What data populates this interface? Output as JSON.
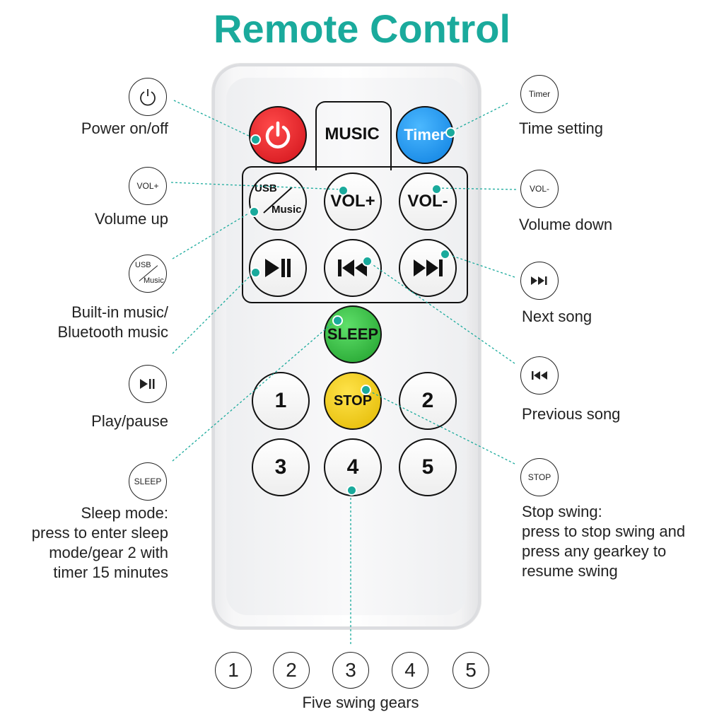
{
  "title": "Remote Control",
  "remote": {
    "music_label": "MUSIC",
    "timer_label": "Timer",
    "vol_up_label": "VOL+",
    "vol_down_label": "VOL-",
    "usb_label_top": "USB",
    "usb_label_bottom": "Music",
    "sleep_label": "SLEEP",
    "stop_label": "STOP",
    "gear_keys": [
      "1",
      "2",
      "3",
      "4",
      "5"
    ]
  },
  "left_callouts": {
    "power": "Power on/off",
    "volume_up": "Volume up",
    "volume_up_icon": "VOL+",
    "usb_icon_top": "USB",
    "usb_icon_bottom": "Music",
    "music_line1": "Built-in music/",
    "music_line2": "Bluetooth music",
    "play_pause": "Play/pause",
    "sleep_icon": "SLEEP",
    "sleep_line1": "Sleep mode:",
    "sleep_line2": "press to enter sleep",
    "sleep_line3": "mode/gear 2 with",
    "sleep_line4": "timer 15 minutes"
  },
  "right_callouts": {
    "timer_icon": "Timer",
    "time_setting": "Time setting",
    "vol_down_icon": "VOL-",
    "volume_down": "Volume down",
    "next_song": "Next song",
    "previous_song": "Previous song",
    "stop_icon": "STOP",
    "stop_line1": "Stop swing:",
    "stop_line2": "press to stop swing and",
    "stop_line3": "press any gearkey to",
    "stop_line4": "resume swing"
  },
  "gears": {
    "numbers": [
      "1",
      "2",
      "3",
      "4",
      "5"
    ],
    "caption": "Five swing gears"
  },
  "colors": {
    "accent": "#1aaa9c",
    "power": "#d0121a",
    "timer": "#0d7fe0",
    "sleep": "#1f9e2b",
    "stop": "#e2b800"
  },
  "icons": [
    "power-icon",
    "play-pause-icon",
    "previous-icon",
    "next-icon"
  ]
}
